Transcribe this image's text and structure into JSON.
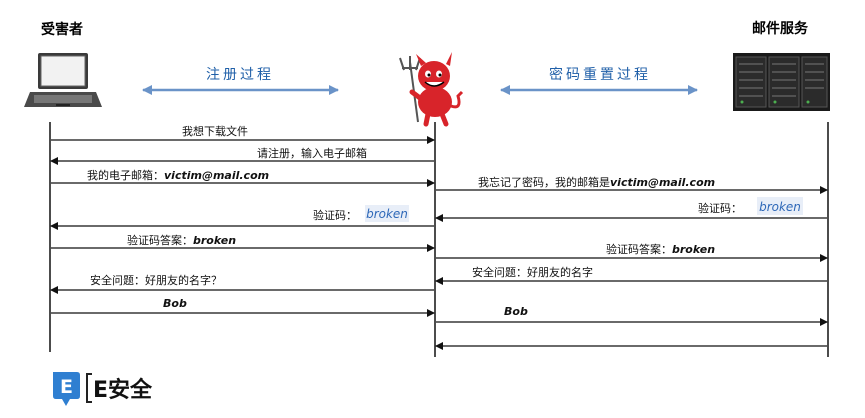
{
  "actors": {
    "victim": "受害者",
    "mail_service": "邮件服务"
  },
  "phases": {
    "left": "注册过程",
    "right": "密码重置过程"
  },
  "messages": {
    "m1": "我想下载文件",
    "m2": "请注册，输入电子邮箱",
    "m3_prefix": "我的电子邮箱：",
    "m3_email": "victim@mail.com",
    "m4_prefix": "我忘记了密码，我的邮箱是",
    "m4_email": "victim@mail.com",
    "m5": "验证码：",
    "m6": "验证码：",
    "m7_prefix": "验证码答案：",
    "m7_answer": "broken",
    "m8_prefix": "验证码答案：",
    "m8_answer": "broken",
    "m9": "安全问题：好朋友的名字",
    "m10": "安全问题：好朋友的名字？",
    "m11": "Bob",
    "m12": "Bob"
  },
  "captcha": {
    "word": "broken"
  },
  "watermark": {
    "badge": "E",
    "text": "E安全"
  },
  "colors": {
    "phase_arrow": "#6a93c8",
    "phase_text": "#1f5fa8",
    "line": "#111111",
    "captcha_text": "#2e68b8",
    "devil_red": "#d8242a"
  }
}
